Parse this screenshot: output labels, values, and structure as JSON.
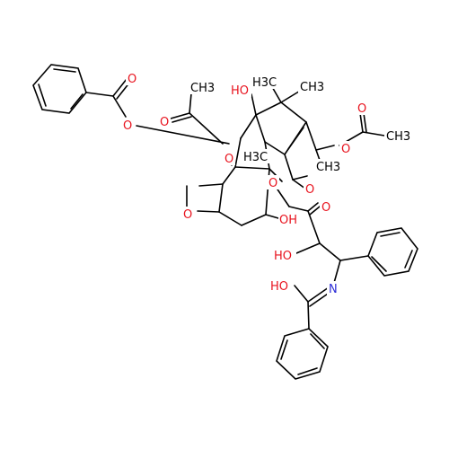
{
  "diagram": {
    "colors": {
      "bond": "#000000",
      "oxygen": "#e8131e",
      "nitrogen": "#2b2bd6",
      "background": "#ffffff"
    },
    "labels": {
      "o_benzoyl_carbonyl": "O",
      "o_benzoyl_ester": "O",
      "ch3_acetyl_left": "CH3",
      "o_acetyl_left_carbonyl": "O",
      "oh_top": "HO",
      "h3c_top": "H3C",
      "ch3_top_right": "CH3",
      "o_acetyl_right_ester": "O",
      "o_acetyl_right_carbonyl": "O",
      "ch3_acetyl_right": "CH3",
      "o_center_ester": "O",
      "h3c_center": "H3C",
      "ch3_center": "CH3",
      "o_center_2": "O",
      "o_ketone": "O",
      "o_oxetane": "O",
      "oh_ring": "OH",
      "o_side_carbonyl": "O",
      "oh_side": "HO",
      "oh_amide": "HO",
      "n_amide": "N"
    }
  }
}
